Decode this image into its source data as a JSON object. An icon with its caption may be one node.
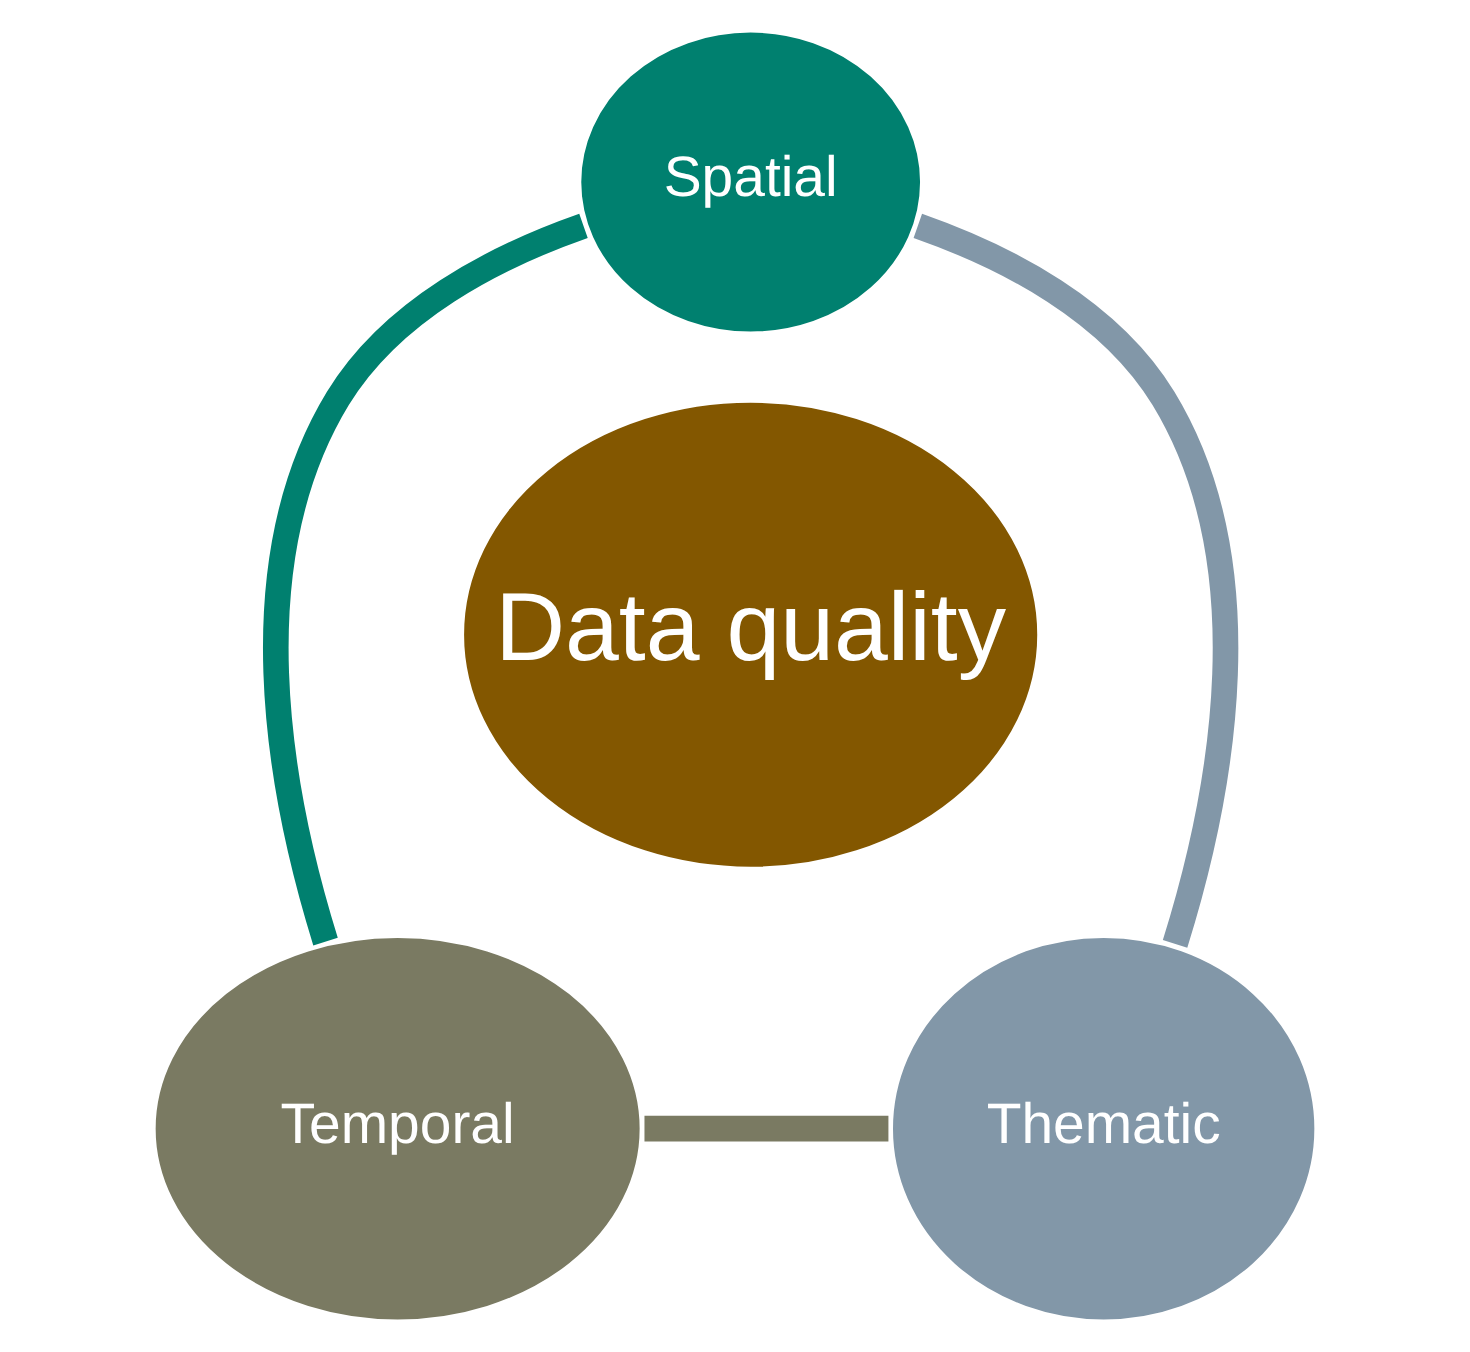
{
  "diagram": {
    "nodes": [
      {
        "text": [
          "Spatial"
        ]
      },
      {
        "text": [
          "Data quality"
        ]
      },
      {
        "text": [
          "Temporal"
        ]
      },
      {
        "text": [
          "Thematic"
        ]
      }
    ],
    "edges": [
      {
        "from": 0,
        "to": 3,
        "arrow": "none",
        "color": "#8297a8"
      },
      {
        "from": 2,
        "to": 3,
        "arrow": "none",
        "color": "#7a7a62"
      },
      {
        "from": 2,
        "to": 0,
        "arrow": "none",
        "color": "#00806f"
      }
    ]
  }
}
